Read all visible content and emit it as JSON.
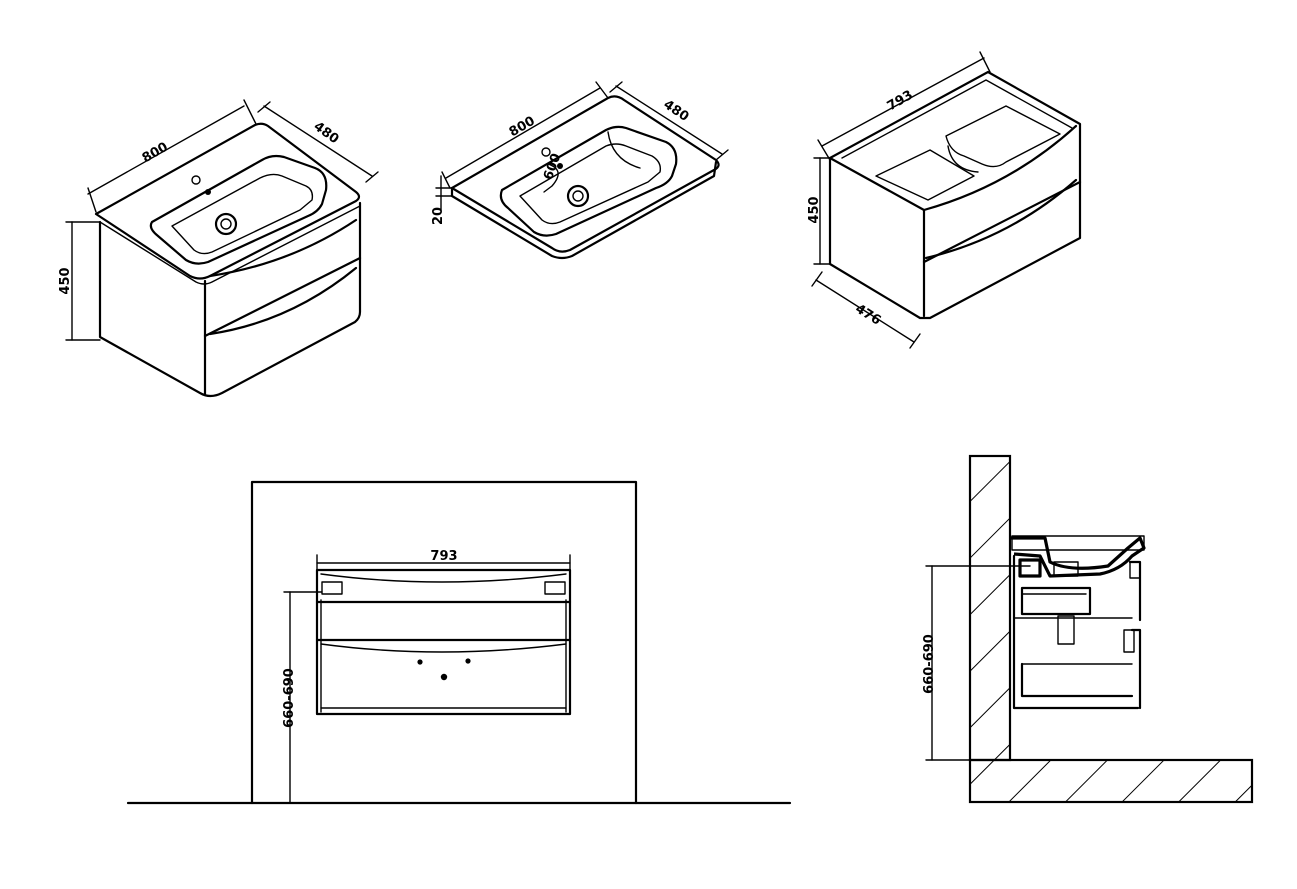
{
  "views": {
    "iso_cabinet": {
      "width_label": "800",
      "depth_label": "480",
      "height_label": "450"
    },
    "iso_basin": {
      "width_label": "800",
      "depth_label": "480",
      "thickness_label": "20",
      "tap_label": "600"
    },
    "iso_carcass": {
      "width_label": "793",
      "height_label": "450",
      "depth_label": "476"
    },
    "front_elevation": {
      "width_label": "793",
      "mount_height_label": "660-690"
    },
    "side_section": {
      "mount_height_label": "660-690"
    }
  }
}
